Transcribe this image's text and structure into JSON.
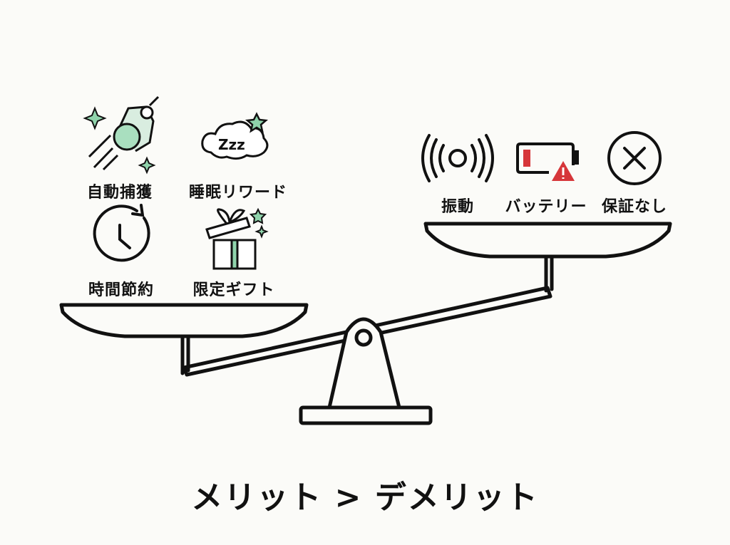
{
  "merits": [
    {
      "label": "自動捕獲",
      "icon": "auto-catch-claw-icon"
    },
    {
      "label": "睡眠リワード",
      "icon": "sleep-cloud-icon"
    },
    {
      "label": "時間節約",
      "icon": "clock-arrow-icon"
    },
    {
      "label": "限定ギフト",
      "icon": "gift-box-icon"
    }
  ],
  "demerits": [
    {
      "label": "振動",
      "icon": "vibration-icon"
    },
    {
      "label": "バッテリー",
      "icon": "low-battery-warning-icon"
    },
    {
      "label": "保証なし",
      "icon": "x-circle-icon"
    }
  ],
  "title": "メリット > デメリット",
  "colors": {
    "accent_green": "#8fd3ab",
    "warning_red": "#d6363a",
    "ink": "#111111",
    "background": "#fbfbf8"
  }
}
